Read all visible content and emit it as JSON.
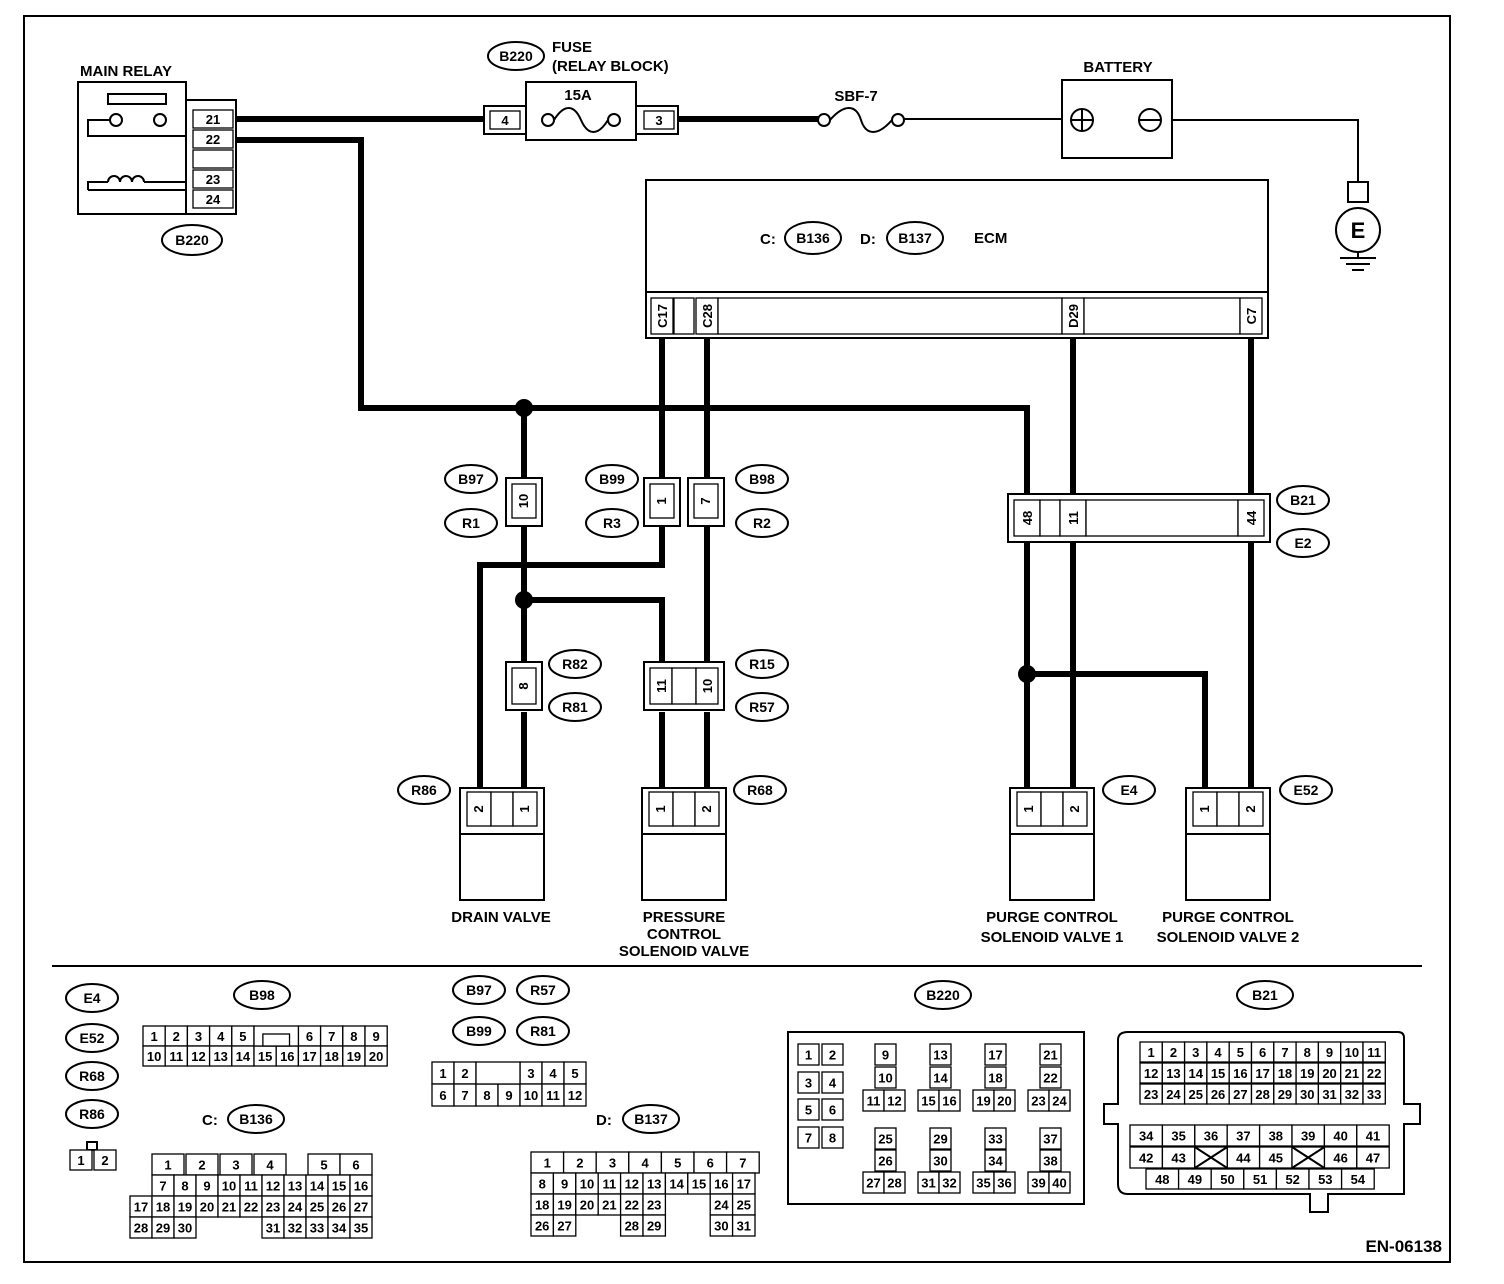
{
  "labels": {
    "main_relay": "MAIN RELAY",
    "fuse_line1": "FUSE",
    "fuse_line2": "(RELAY BLOCK)",
    "fuse_rating": "15A",
    "sbf": "SBF-7",
    "battery": "BATTERY",
    "ecm": "ECM",
    "ecm_c_prefix": "C:",
    "ecm_d_prefix": "D:",
    "ground": "E",
    "drain_valve": "DRAIN VALVE",
    "pcsv_line1": "PRESSURE",
    "pcsv_line2": "CONTROL",
    "pcsv_line3": "SOLENOID VALVE",
    "purge1_line1": "PURGE CONTROL",
    "purge1_line2": "SOLENOID VALVE 1",
    "purge2_line1": "PURGE CONTROL",
    "purge2_line2": "SOLENOID VALVE 2",
    "doc_id": "EN-06138",
    "legend_c_prefix": "C:",
    "legend_d_prefix": "D:"
  },
  "connectors": {
    "b220_relay": "B220",
    "b220_fuse": "B220",
    "b136": "B136",
    "b137": "B137",
    "b97": "B97",
    "r1": "R1",
    "b99": "B99",
    "r3": "R3",
    "b98": "B98",
    "r2": "R2",
    "b21": "B21",
    "e2": "E2",
    "r82": "R82",
    "r81": "R81",
    "r15": "R15",
    "r57": "R57",
    "r86": "R86",
    "r68": "R68",
    "e4": "E4",
    "e52": "E52"
  },
  "pins": {
    "relay": [
      "21",
      "22",
      "23",
      "24"
    ],
    "fuse_in": "4",
    "fuse_out": "3",
    "ecm": [
      "C17",
      "C28",
      "D29",
      "C7"
    ],
    "b97": "10",
    "b99": "1",
    "b98": "7",
    "b21": [
      "48",
      "11",
      "44"
    ],
    "r82": "8",
    "r15": [
      "11",
      "10"
    ],
    "drain": [
      "2",
      "1"
    ],
    "pcsv": [
      "1",
      "2"
    ],
    "purge1": [
      "1",
      "2"
    ],
    "purge2": [
      "1",
      "2"
    ]
  },
  "legend": {
    "small_labels": [
      "E4",
      "E52",
      "R68",
      "R86"
    ],
    "two_pin": [
      "1",
      "2"
    ],
    "b98": {
      "label": "B98",
      "row1": [
        "1",
        "2",
        "3",
        "4",
        "5",
        "6",
        "7",
        "8",
        "9"
      ],
      "row2": [
        "10",
        "11",
        "12",
        "13",
        "14",
        "15",
        "16",
        "17",
        "18",
        "19",
        "20"
      ]
    },
    "mid_labels": [
      "B97",
      "R57",
      "B99",
      "R81"
    ],
    "mid12": {
      "row1": [
        "1",
        "2",
        "3",
        "4",
        "5"
      ],
      "row2": [
        "6",
        "7",
        "8",
        "9",
        "10",
        "11",
        "12"
      ]
    },
    "b136": {
      "label": "B136",
      "row1": [
        "1",
        "2",
        "3",
        "4",
        "5",
        "6"
      ],
      "row2": [
        "7",
        "8",
        "9",
        "10",
        "11",
        "12",
        "13",
        "14",
        "15",
        "16"
      ],
      "row3": [
        "17",
        "18",
        "19",
        "20",
        "21",
        "22",
        "23",
        "24",
        "25",
        "26",
        "27"
      ],
      "row4": [
        "28",
        "29",
        "30",
        "31",
        "32",
        "33",
        "34",
        "35"
      ]
    },
    "b137": {
      "label": "B137",
      "row1": [
        "1",
        "2",
        "3",
        "4",
        "5",
        "6",
        "7"
      ],
      "row2": [
        "8",
        "9",
        "10",
        "11",
        "12",
        "13",
        "14",
        "15",
        "16",
        "17"
      ],
      "row3": [
        "18",
        "19",
        "20",
        "21",
        "22",
        "23",
        "24",
        "25"
      ],
      "row4": [
        "26",
        "27",
        "28",
        "29",
        "30",
        "31"
      ]
    },
    "b220": {
      "label": "B220",
      "cells": [
        "1",
        "2",
        "3",
        "4",
        "5",
        "6",
        "7",
        "8",
        "9",
        "10",
        "11",
        "12",
        "13",
        "14",
        "15",
        "16",
        "17",
        "18",
        "19",
        "20",
        "21",
        "22",
        "23",
        "24",
        "25",
        "26",
        "27",
        "28",
        "29",
        "30",
        "31",
        "32",
        "33",
        "34",
        "35",
        "36",
        "37",
        "38",
        "39",
        "40"
      ]
    },
    "b21": {
      "label": "B21",
      "row1": [
        "1",
        "2",
        "3",
        "4",
        "5",
        "6",
        "7",
        "8",
        "9",
        "10",
        "11"
      ],
      "row2": [
        "12",
        "13",
        "14",
        "15",
        "16",
        "17",
        "18",
        "19",
        "20",
        "21",
        "22"
      ],
      "row3": [
        "23",
        "24",
        "25",
        "26",
        "27",
        "28",
        "29",
        "30",
        "31",
        "32",
        "33"
      ],
      "row4": [
        "34",
        "35",
        "36",
        "37",
        "38",
        "39",
        "40",
        "41"
      ],
      "row5": [
        "42",
        "43",
        "44",
        "45",
        "46",
        "47"
      ],
      "row6": [
        "48",
        "49",
        "50",
        "51",
        "52",
        "53",
        "54"
      ]
    }
  }
}
